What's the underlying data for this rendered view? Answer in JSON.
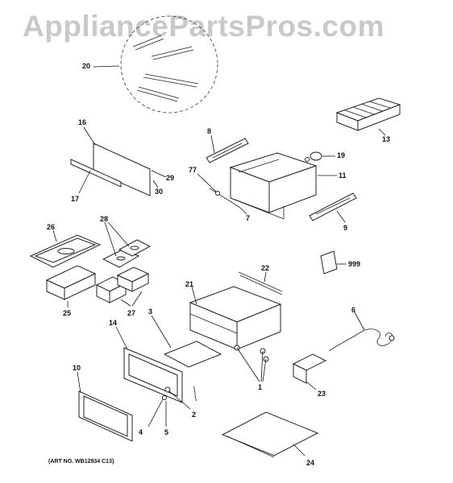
{
  "watermark": "AppliancePartsPros.com",
  "art_number": "(ART NO. WB12934 C13)",
  "callouts": {
    "c1": "1",
    "c2": "2",
    "c3": "3",
    "c4": "4",
    "c5": "5",
    "c6": "6",
    "c7": "7",
    "c8": "8",
    "c9": "9",
    "c10": "10",
    "c11": "11",
    "c13": "13",
    "c14": "14",
    "c16": "16",
    "c17": "17",
    "c19": "19",
    "c20": "20",
    "c21": "21",
    "c22": "22",
    "c23": "23",
    "c24": "24",
    "c25": "25",
    "c26": "26",
    "c27": "27",
    "c28": "28",
    "c29": "29",
    "c30": "30",
    "c77": "77",
    "c999": "999"
  }
}
